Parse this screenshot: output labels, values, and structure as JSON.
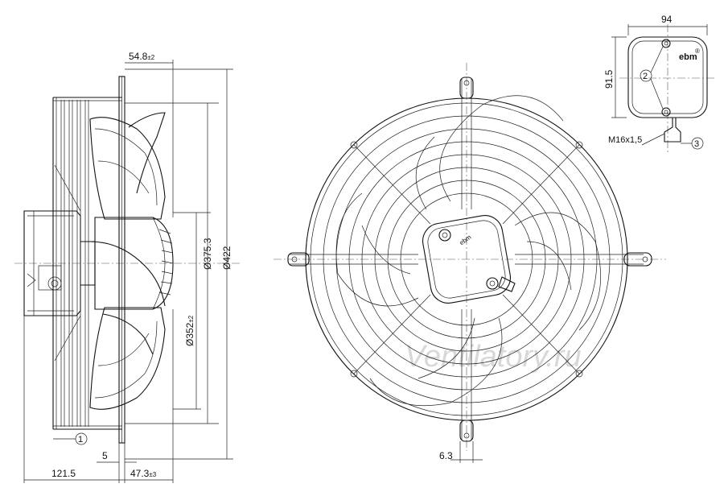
{
  "side_view": {
    "dim_top": "54.8",
    "dim_top_tol": "±2",
    "dim_outer_dia": "Ø422",
    "dim_mid_dia": "Ø375.3",
    "dim_inner_dia": "Ø352",
    "dim_inner_tol": "±2",
    "dim_bottom_left": "121.5",
    "dim_bottom_mid": "5",
    "dim_bottom_right": "47.3",
    "dim_bottom_right_tol": "±3",
    "callout_1": "1"
  },
  "front_view": {
    "dim_bottom": "6.3",
    "hub_logo": "ebm"
  },
  "box_detail": {
    "dim_width": "94",
    "dim_height": "91.5",
    "thread": "M16x1,5",
    "callout_2": "2",
    "callout_3": "3",
    "logo": "ebm",
    "logo_mark": "®"
  },
  "watermark": "Ventilatory.ru"
}
